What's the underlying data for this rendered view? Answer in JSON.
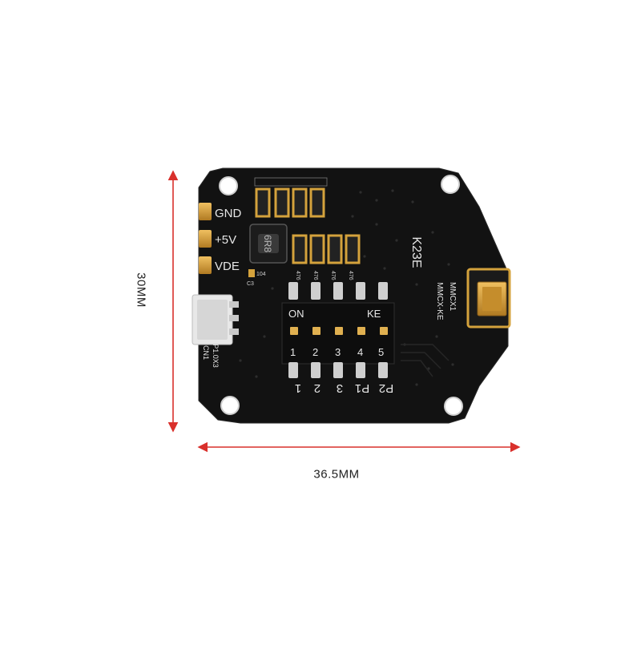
{
  "colors": {
    "dimension_line": "#d9302c",
    "board": "#121212",
    "pad_gold": "#d4a23c",
    "silkscreen": "#e6e6e6"
  },
  "dimensions": {
    "height_label": "30MM",
    "width_label": "36.5MM"
  },
  "board": {
    "pads": {
      "gnd": "GND",
      "five_v": "+5V",
      "vde": "VDE"
    },
    "inductor_marking": "6R8",
    "capacitor_row_bottom": [
      "476",
      "476",
      "476",
      "476"
    ],
    "dip_switch": {
      "on_label": "ON",
      "ke_label": "KE",
      "numbers": [
        "1",
        "2",
        "3",
        "4",
        "5"
      ],
      "bottom_labels": [
        "1",
        "2",
        "3",
        "P1",
        "P2"
      ]
    },
    "chip_marking": "K23E",
    "antenna_label_1": "MMCX1",
    "antenna_label_2": "MMCX-KE",
    "connector_label": "P1.0X3",
    "connector_id": "CN1",
    "small_cap_label": "C3",
    "small_cap_value": "104"
  }
}
